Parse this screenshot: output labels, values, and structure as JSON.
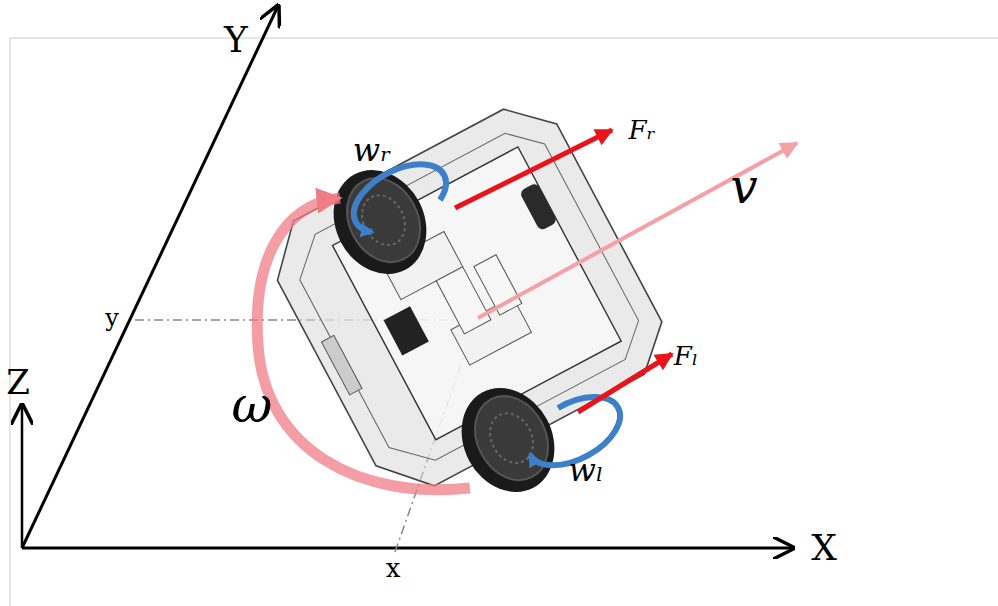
{
  "diagram": {
    "labels": [
      "Y",
      "Z",
      "X",
      "y",
      "x",
      "wᵣ",
      "Fᵣ",
      "v",
      "ω",
      "Fₗ",
      "wₗ"
    ]
  }
}
